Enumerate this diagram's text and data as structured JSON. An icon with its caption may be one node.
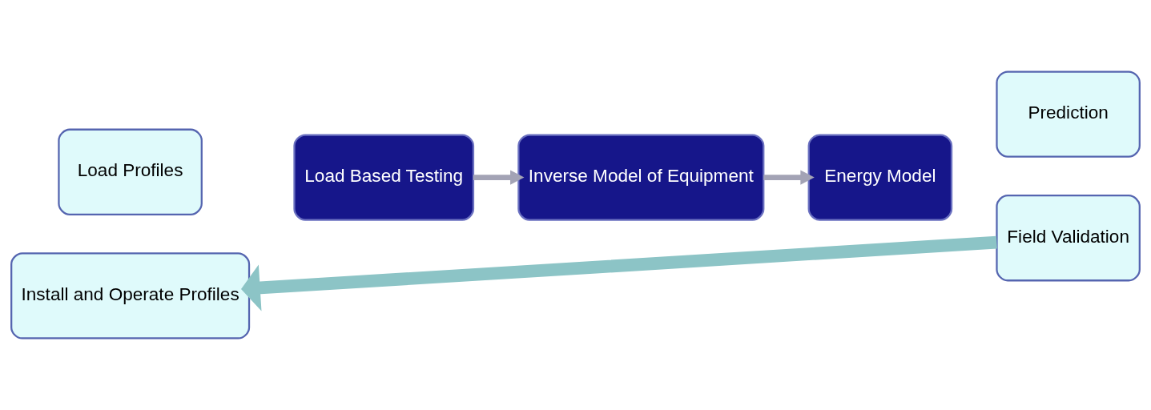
{
  "diagram": {
    "nodes": [
      {
        "text": [
          "Load Profiles"
        ]
      },
      {
        "text": [
          "Install and Operate Profiles"
        ]
      },
      {
        "text": [
          "Load Based Testing"
        ]
      },
      {
        "text": [
          "Inverse Model of Equipment"
        ]
      },
      {
        "text": [
          "Energy Model"
        ]
      },
      {
        "text": [
          "Prediction"
        ]
      },
      {
        "text": [
          "Field Validation"
        ]
      }
    ],
    "edges": [
      {
        "from": 2,
        "to": 3,
        "arrow": "to"
      },
      {
        "from": 3,
        "to": 4,
        "arrow": "to"
      },
      {
        "from": 6,
        "to": 1,
        "arrow": "to",
        "style": "thick",
        "color": "#8cc4c6"
      }
    ]
  }
}
